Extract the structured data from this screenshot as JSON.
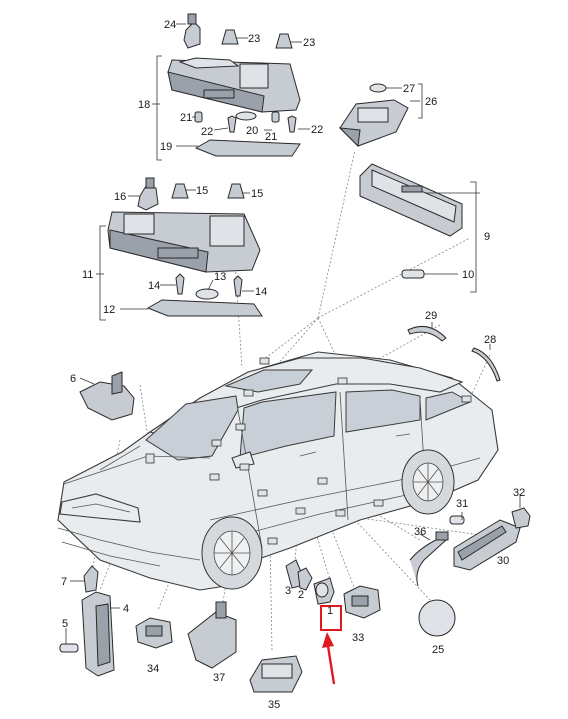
{
  "labels": [
    {
      "id": "p24",
      "text": "24"
    },
    {
      "id": "p23a",
      "text": "23"
    },
    {
      "id": "p23b",
      "text": "23"
    },
    {
      "id": "p18",
      "text": "18"
    },
    {
      "id": "p21a",
      "text": "21"
    },
    {
      "id": "p22a",
      "text": "22"
    },
    {
      "id": "p20",
      "text": "20"
    },
    {
      "id": "p21b",
      "text": "21"
    },
    {
      "id": "p22b",
      "text": "22"
    },
    {
      "id": "p19",
      "text": "19"
    },
    {
      "id": "p27",
      "text": "27"
    },
    {
      "id": "p26",
      "text": "26"
    },
    {
      "id": "p16",
      "text": "16"
    },
    {
      "id": "p15a",
      "text": "15"
    },
    {
      "id": "p15b",
      "text": "15"
    },
    {
      "id": "p11",
      "text": "11"
    },
    {
      "id": "p13",
      "text": "13"
    },
    {
      "id": "p14a",
      "text": "14"
    },
    {
      "id": "p14b",
      "text": "14"
    },
    {
      "id": "p12",
      "text": "12"
    },
    {
      "id": "p9",
      "text": "9"
    },
    {
      "id": "p10",
      "text": "10"
    },
    {
      "id": "p29",
      "text": "29"
    },
    {
      "id": "p28",
      "text": "28"
    },
    {
      "id": "p6",
      "text": "6"
    },
    {
      "id": "p31",
      "text": "31"
    },
    {
      "id": "p32",
      "text": "32"
    },
    {
      "id": "p36",
      "text": "36"
    },
    {
      "id": "p30",
      "text": "30"
    },
    {
      "id": "p7",
      "text": "7"
    },
    {
      "id": "p3",
      "text": "3"
    },
    {
      "id": "p2",
      "text": "2"
    },
    {
      "id": "p4",
      "text": "4"
    },
    {
      "id": "p5",
      "text": "5"
    },
    {
      "id": "p1",
      "text": "1"
    },
    {
      "id": "p33",
      "text": "33"
    },
    {
      "id": "p25",
      "text": "25"
    },
    {
      "id": "p34",
      "text": "34"
    },
    {
      "id": "p37",
      "text": "37"
    },
    {
      "id": "p35",
      "text": "35"
    }
  ],
  "highlight": {
    "part": "1",
    "color": "#e1191e"
  },
  "colors": {
    "accent": "#e1191e",
    "part_fill": "#c7ccd3",
    "outline": "#2a2a2a"
  }
}
